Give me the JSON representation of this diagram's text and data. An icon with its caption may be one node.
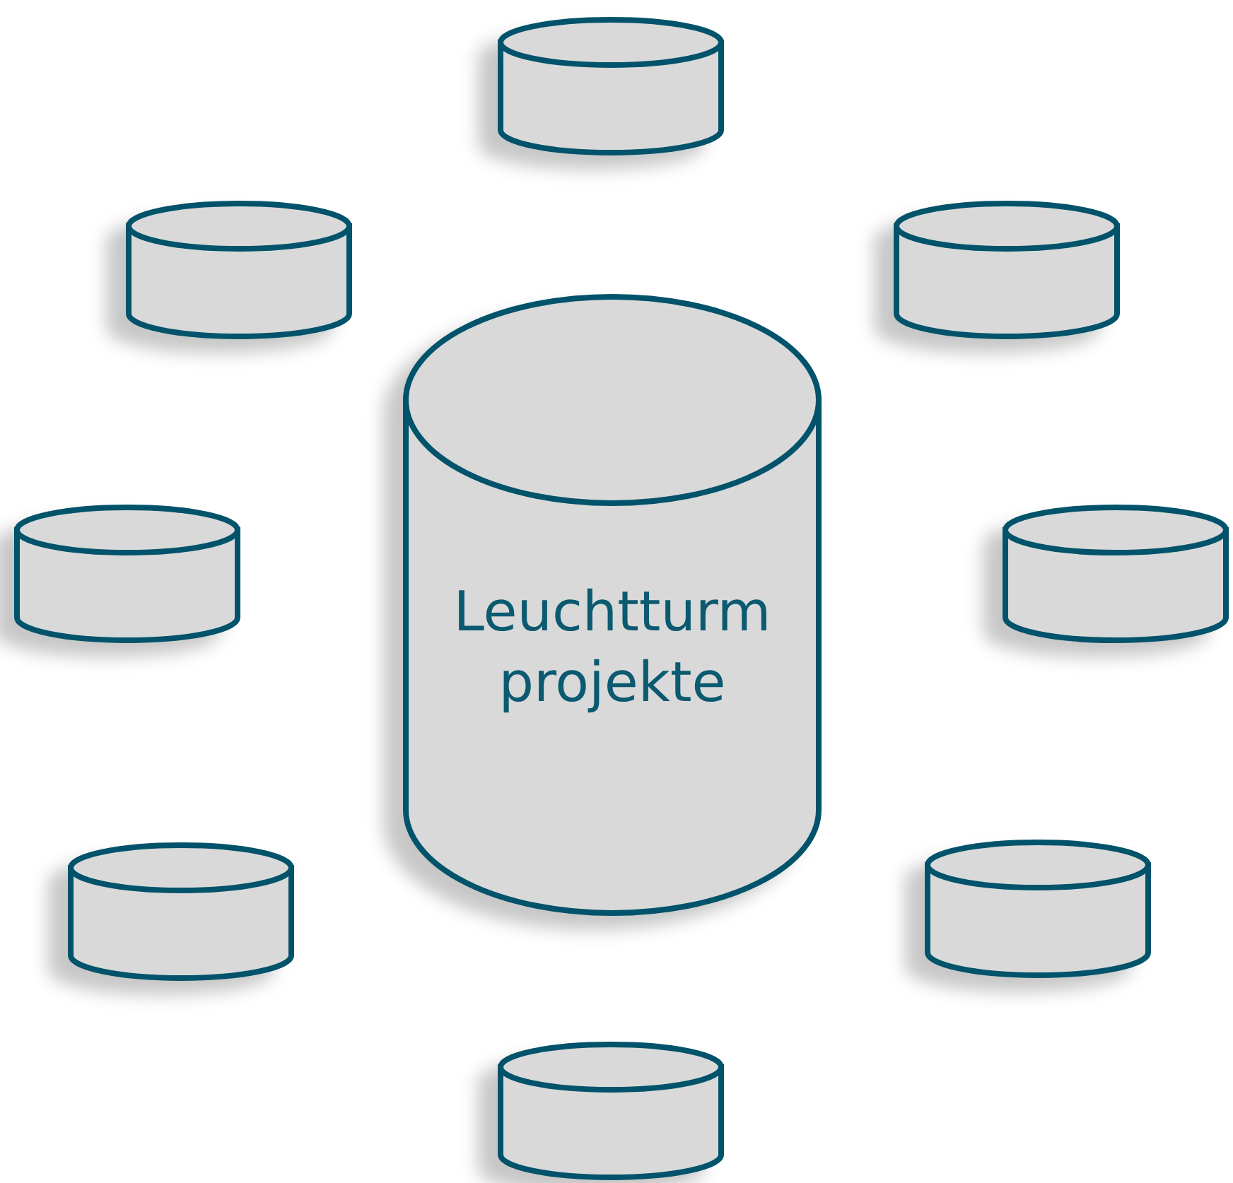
{
  "diagram": {
    "nodes": [
      {
        "text": [
          "Leuchtturm projekte"
        ]
      },
      {
        "text": [],
        "shape": "cylinder"
      },
      {
        "text": [],
        "shape": "cylinder"
      },
      {
        "text": [],
        "shape": "cylinder"
      },
      {
        "text": [],
        "shape": "cylinder"
      },
      {
        "text": [],
        "shape": "cylinder"
      },
      {
        "text": [],
        "shape": "cylinder"
      },
      {
        "text": [],
        "shape": "cylinder"
      },
      {
        "text": [],
        "shape": "cylinder"
      }
    ]
  }
}
